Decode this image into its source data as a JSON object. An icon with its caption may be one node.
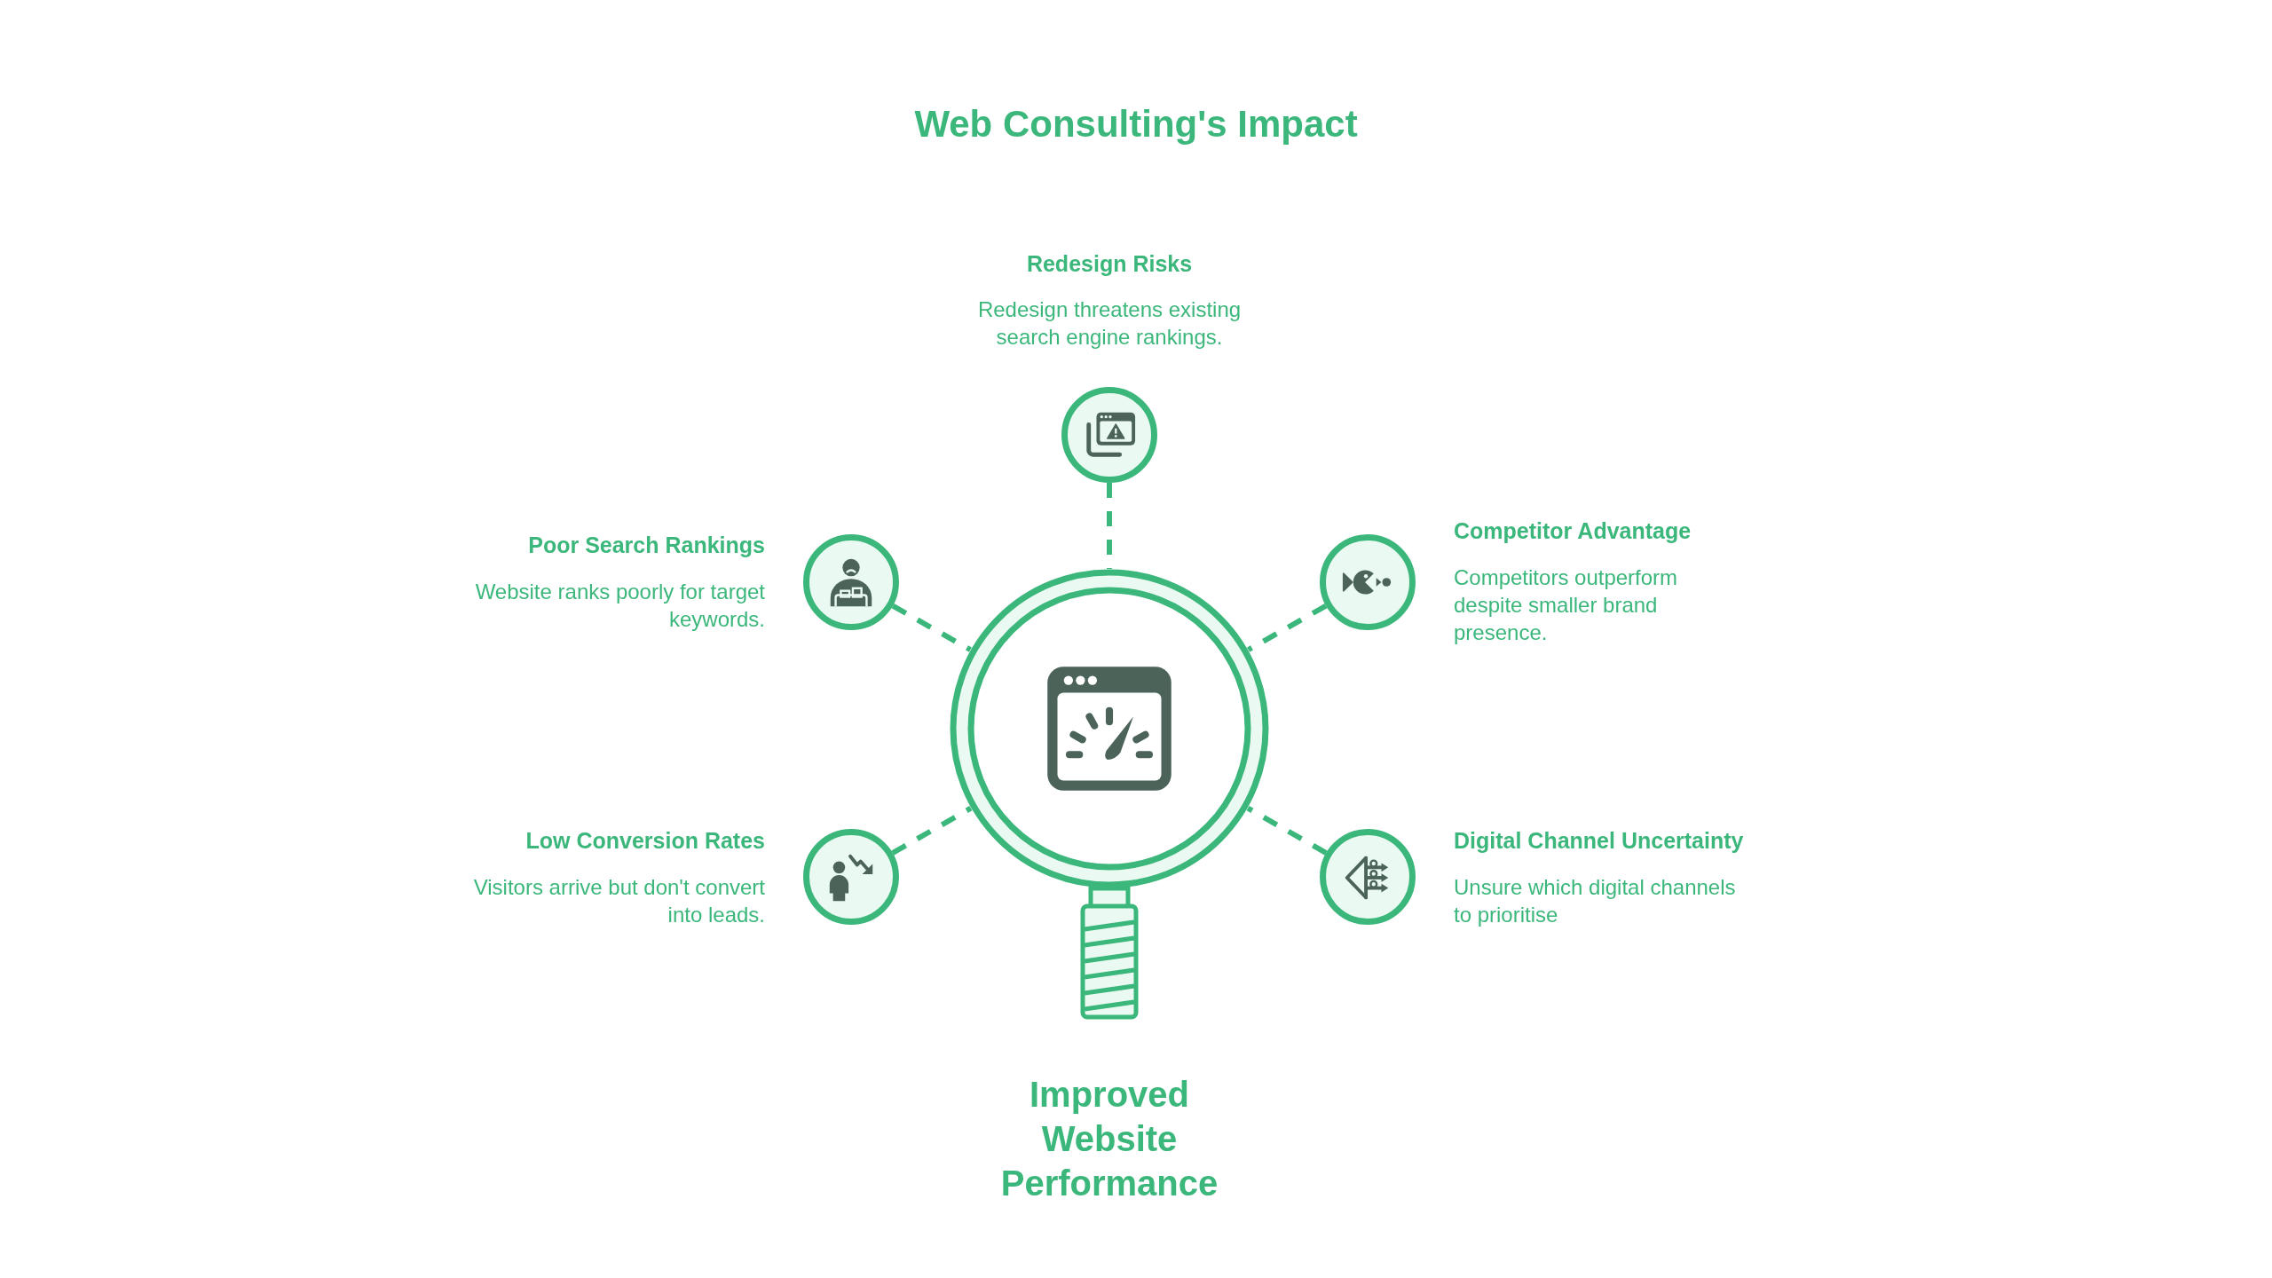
{
  "diagram": {
    "title": "Web Consulting's Impact",
    "nodes": [
      {
        "text": [
          "Redesign Risks",
          "Redesign threatens existing search engine rankings."
        ]
      },
      {
        "text": [
          "Poor Search Rankings",
          "Website ranks poorly for target keywords."
        ]
      },
      {
        "text": [
          "Competitor Advantage",
          "Competitors outperform despite smaller brand presence."
        ]
      },
      {
        "text": [
          "Low Conversion Rates",
          "Visitors arrive but don't convert into leads."
        ]
      },
      {
        "text": [
          "Digital Channel Uncertainty",
          "Unsure which digital channels to prioritise"
        ]
      },
      {
        "text": [
          "Improved Website Performance"
        ]
      }
    ],
    "edges": [
      {
        "from": 0,
        "to": 5,
        "arrow": "none",
        "style": "dashed"
      },
      {
        "from": 1,
        "to": 5,
        "arrow": "none",
        "style": "dashed"
      },
      {
        "from": 2,
        "to": 5,
        "arrow": "none",
        "style": "dashed"
      },
      {
        "from": 3,
        "to": 5,
        "arrow": "none",
        "style": "dashed"
      },
      {
        "from": 4,
        "to": 5,
        "arrow": "none",
        "style": "dashed"
      }
    ]
  }
}
